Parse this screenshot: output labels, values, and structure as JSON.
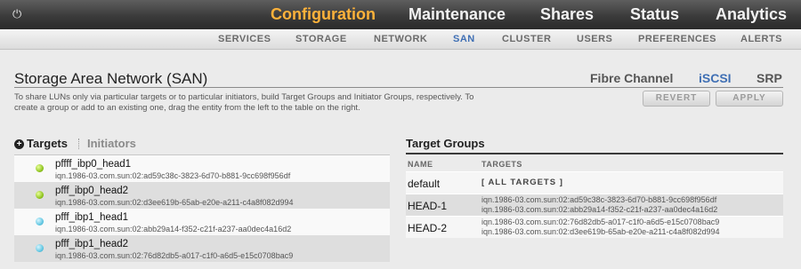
{
  "topnav": {
    "tabs": [
      {
        "label": "Configuration",
        "active": true
      },
      {
        "label": "Maintenance",
        "active": false
      },
      {
        "label": "Shares",
        "active": false
      },
      {
        "label": "Status",
        "active": false
      },
      {
        "label": "Analytics",
        "active": false
      }
    ],
    "power_icon": "power-icon"
  },
  "subnav": {
    "tabs": [
      {
        "label": "SERVICES",
        "active": false
      },
      {
        "label": "STORAGE",
        "active": false
      },
      {
        "label": "NETWORK",
        "active": false
      },
      {
        "label": "SAN",
        "active": true
      },
      {
        "label": "CLUSTER",
        "active": false
      },
      {
        "label": "USERS",
        "active": false
      },
      {
        "label": "PREFERENCES",
        "active": false
      },
      {
        "label": "ALERTS",
        "active": false
      }
    ]
  },
  "page": {
    "title": "Storage Area Network (SAN)",
    "description": "To share LUNs only via particular targets or to particular initiators, build Target Groups and Initiator Groups, respectively. To create a group or add to an existing one, drag the entity from the left to the table on the right.",
    "protocols": [
      {
        "label": "Fibre Channel",
        "active": false
      },
      {
        "label": "iSCSI",
        "active": true
      },
      {
        "label": "SRP",
        "active": false
      }
    ],
    "revert_label": "REVERT",
    "apply_label": "APPLY"
  },
  "targets_panel": {
    "targets_label": "Targets",
    "initiators_label": "Initiators",
    "items": [
      {
        "name": "pffff_ibp0_head1",
        "iqn": "iqn.1986-03.com.sun:02:ad59c38c-3823-6d70-b881-9cc698f956df",
        "status": "green"
      },
      {
        "name": "pfff_ibp0_head2",
        "iqn": "iqn.1986-03.com.sun:02:d3ee619b-65ab-e20e-a211-c4a8f082d994",
        "status": "green"
      },
      {
        "name": "pfff_ibp1_head1",
        "iqn": "iqn.1986-03.com.sun:02:abb29a14-f352-c21f-a237-aa0dec4a16d2",
        "status": "blue"
      },
      {
        "name": "pfff_ibp1_head2",
        "iqn": "iqn.1986-03.com.sun:02:76d82db5-a017-c1f0-a6d5-e15c0708bac9",
        "status": "blue"
      }
    ]
  },
  "groups_panel": {
    "title": "Target Groups",
    "col_name": "NAME",
    "col_targets": "TARGETS",
    "rows": [
      {
        "name": "default",
        "all_targets": "[ ALL TARGETS ]"
      },
      {
        "name": "HEAD-1",
        "targets": [
          "iqn.1986-03.com.sun:02:ad59c38c-3823-6d70-b881-9cc698f956df",
          "iqn.1986-03.com.sun:02:abb29a14-f352-c21f-a237-aa0dec4a16d2"
        ]
      },
      {
        "name": "HEAD-2",
        "targets": [
          "iqn.1986-03.com.sun:02:76d82db5-a017-c1f0-a6d5-e15c0708bac9",
          "iqn.1986-03.com.sun:02:d3ee619b-65ab-e20e-a211-c4a8f082d994"
        ]
      }
    ]
  },
  "colors": {
    "active_top": "#ffb23a",
    "active_sub": "#3f6fb4",
    "status_green": "#8cc21c",
    "status_blue": "#5cc4e0"
  }
}
